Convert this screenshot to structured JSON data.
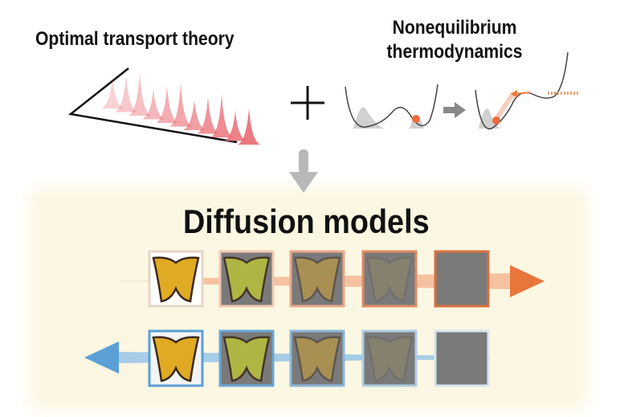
{
  "top": {
    "optimal_transport_label": "Optimal transport theory",
    "nonequilibrium_line1": "Nonequilibrium",
    "nonequilibrium_line2": "thermodynamics"
  },
  "panel": {
    "title": "Diffusion models"
  },
  "colors": {
    "forward_arrow": "#e8763a",
    "reverse_arrow": "#5aa0d6",
    "panel_bg": "#fcf7e2",
    "peaks": "#e96a72"
  },
  "forward_process": {
    "steps": 5,
    "direction": "right"
  },
  "reverse_process": {
    "steps": 5,
    "direction": "left"
  }
}
